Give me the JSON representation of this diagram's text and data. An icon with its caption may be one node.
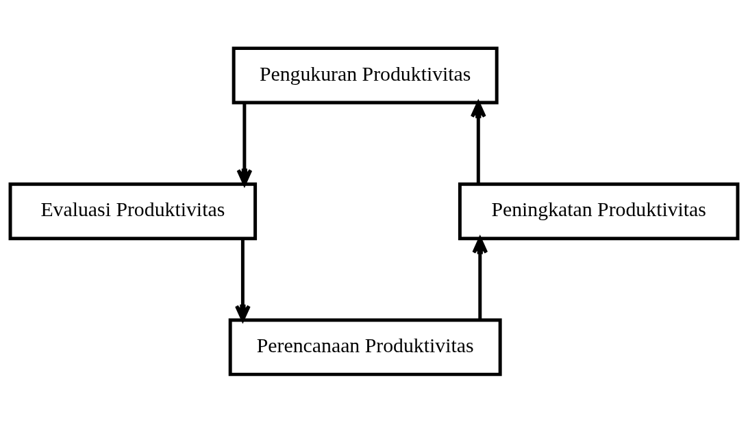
{
  "diagram": {
    "nodes": [
      {
        "text": [
          "Pengukuran Produktivitas"
        ]
      },
      {
        "text": [
          "Evaluasi Produktivitas"
        ]
      },
      {
        "text": [
          "Perencanaan Produktivitas"
        ]
      },
      {
        "text": [
          "Peningkatan Produktivitas"
        ]
      }
    ],
    "edges": [
      {
        "from": 0,
        "to": 1,
        "arrow": "to"
      },
      {
        "from": 1,
        "to": 2,
        "arrow": "to"
      },
      {
        "from": 2,
        "to": 3,
        "arrow": "to"
      },
      {
        "from": 3,
        "to": 0,
        "arrow": "to"
      }
    ]
  }
}
